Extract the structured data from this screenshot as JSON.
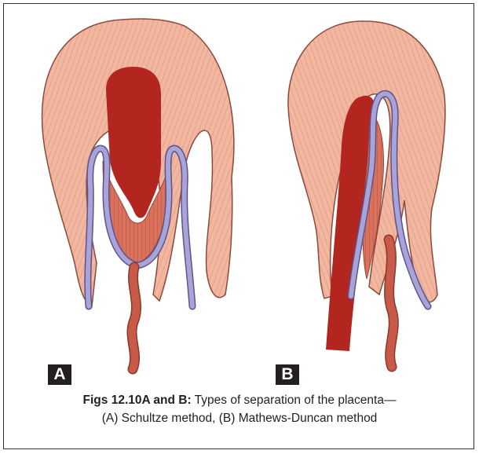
{
  "figure": {
    "panel_a_label": "A",
    "panel_b_label": "B",
    "caption_bold": "Figs 12.10A and B:",
    "caption_line1": " Types of separation of the placenta—",
    "caption_line2": "(A) Schultze method, (B) Mathews-Duncan method"
  },
  "colors": {
    "uterus_fill": "#f2b7a0",
    "uterus_stroke": "#8a4a3c",
    "blood": "#b3251f",
    "membrane": "#a9a3d6",
    "placenta": "#d9725c",
    "cord": "#c85a48",
    "label_bg": "#231f20"
  }
}
